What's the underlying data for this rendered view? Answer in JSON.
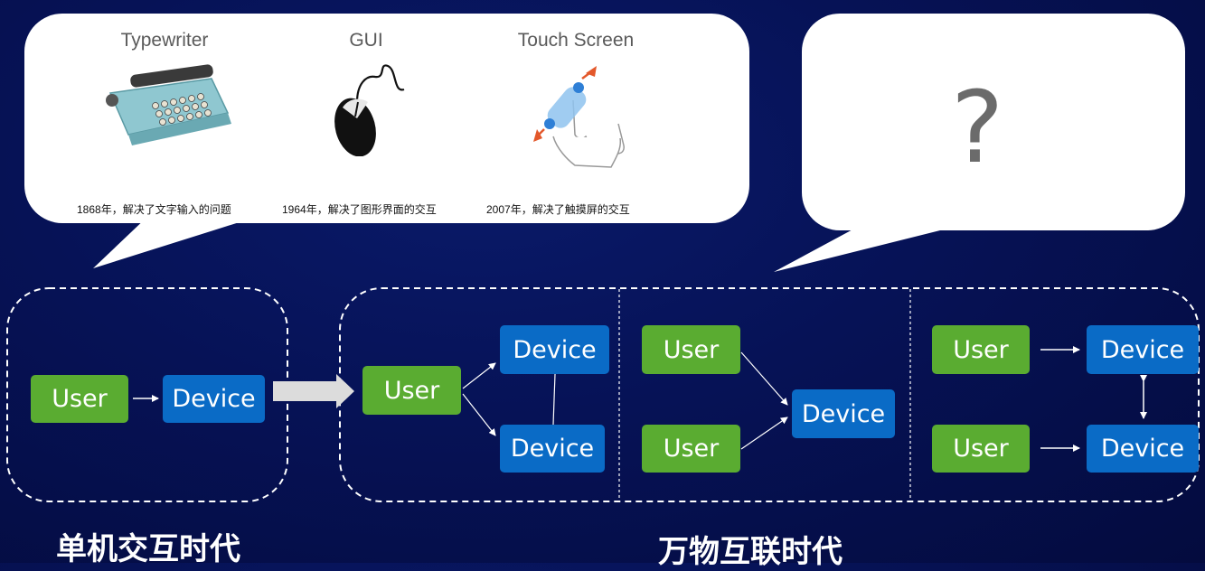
{
  "history": {
    "typewriter": {
      "title": "Typewriter",
      "caption": "1868年，解决了文字输入的问题"
    },
    "gui": {
      "title": "GUI",
      "caption": "1964年，解决了图形界面的交互"
    },
    "touch": {
      "title": "Touch Screen",
      "caption": "2007年，解决了触摸屏的交互"
    }
  },
  "future": {
    "question": "?"
  },
  "single_era": {
    "label": "单机交互时代",
    "user": "User",
    "device": "Device"
  },
  "iot_era": {
    "label": "万物互联时代",
    "panel1": {
      "user": "User",
      "device_top": "Device",
      "device_bottom": "Device"
    },
    "panel2": {
      "user_top": "User",
      "user_bottom": "User",
      "device": "Device"
    },
    "panel3": {
      "user_top": "User",
      "user_bottom": "User",
      "device_top": "Device",
      "device_bottom": "Device"
    }
  },
  "colors": {
    "user": "#5aac31",
    "device": "#0a6bc6",
    "background": "#061256"
  }
}
